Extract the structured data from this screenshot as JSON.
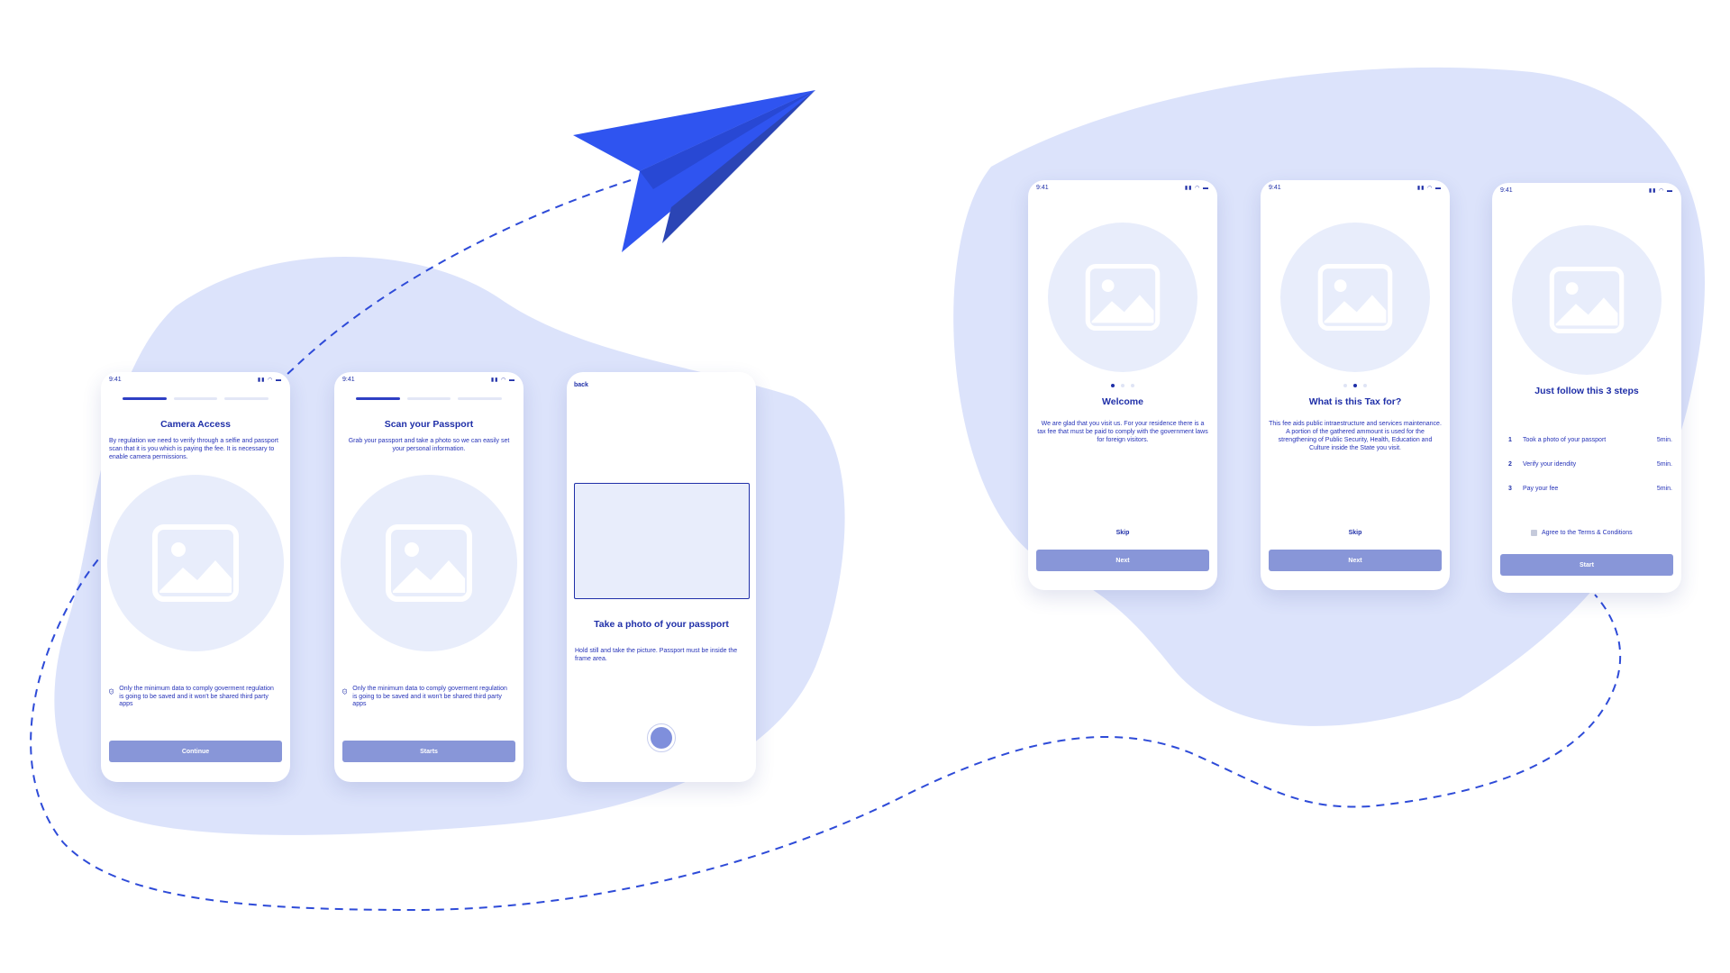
{
  "colors": {
    "accent": "#2e3fc4",
    "text": "#1f2fa8",
    "button": "#8896d8",
    "blob": "#dce3fb",
    "placeholder": "#e8edfb",
    "plane_light": "#2f54f0",
    "plane_dark": "#2b45b5"
  },
  "status_bar": {
    "time": "9:41",
    "icons": "signal-icon wifi-icon battery-icon"
  },
  "camera_access": {
    "title": "Camera Access",
    "description": "By regulation we need to verify through a selfie and passport scan that it is you which is paying the fee. It is necessary to enable camera permissions.",
    "privacy_note": "Only the minimum data to comply goverment regulation is going to be saved and it won't be shared third party apps",
    "button": "Continue"
  },
  "scan_passport": {
    "title": "Scan your Passport",
    "description": "Grab your passport and take a photo so we can easily set your personal information.",
    "privacy_note": "Only the minimum data to comply goverment regulation is going to be saved and it won't be shared third party apps",
    "button": "Starts"
  },
  "take_photo": {
    "back": "back",
    "title": "Take a photo of your passport",
    "description": "Hold still and take the picture. Passport must be inside the frame  area."
  },
  "welcome": {
    "title": "Welcome",
    "description": "We are glad that you visit us. For your residence there is a tax fee that must be paid to comply with the government laws for foreign visitors.",
    "skip": "Skip",
    "button": "Next"
  },
  "tax_info": {
    "title": "What is this Tax for?",
    "description": "This fee aids public intraestructure and services maintenance. A portion of the gathered ammount is used for the strengthening of Public Security, Health, Education and Culture inside the State you visit.",
    "skip": "Skip",
    "button": "Next"
  },
  "steps_screen": {
    "title": "Just follow this 3 steps",
    "steps": [
      {
        "num": "1",
        "label": "Took a photo of your passport",
        "duration": "5min."
      },
      {
        "num": "2",
        "label": "Verify your idendity",
        "duration": "5min."
      },
      {
        "num": "3",
        "label": "Pay your fee",
        "duration": "5min."
      }
    ],
    "agree": "Agree to the Terms & Conditions",
    "button": "Start"
  }
}
